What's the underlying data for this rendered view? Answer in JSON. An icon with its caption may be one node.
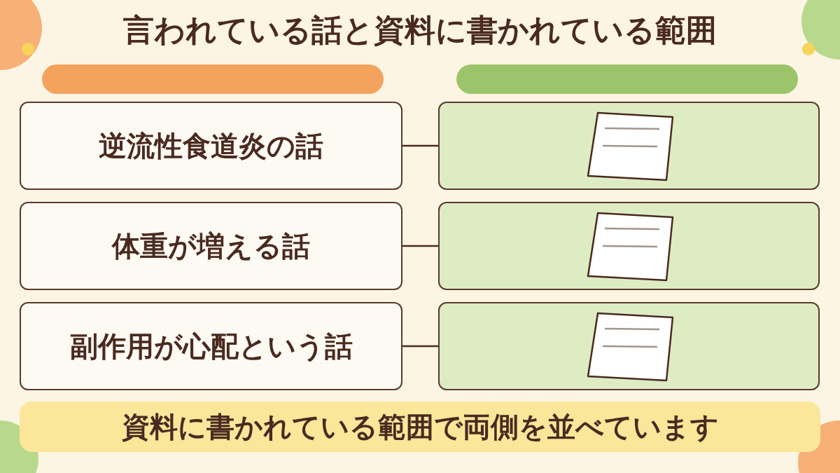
{
  "diagram": {
    "title": "言われている話と資料に書かれている範囲",
    "nodes": [
      {
        "text": [],
        "shape": "bar"
      },
      {
        "text": [],
        "shape": "bar"
      },
      {
        "text": [
          "逆流性食道炎の話"
        ]
      },
      {
        "text": [],
        "shape": "box"
      },
      {
        "text": [
          "体重が増える話"
        ]
      },
      {
        "text": [],
        "shape": "box"
      },
      {
        "text": [
          "副作用が心配という話"
        ]
      },
      {
        "text": [],
        "shape": "box"
      },
      {
        "text": [
          "資料に書かれている範囲で両側を並べています"
        ]
      }
    ],
    "edges": [
      {
        "from": 2,
        "to": 3,
        "arrow": "none"
      },
      {
        "from": 4,
        "to": 5,
        "arrow": "none"
      },
      {
        "from": 6,
        "to": 7,
        "arrow": "none"
      }
    ]
  }
}
